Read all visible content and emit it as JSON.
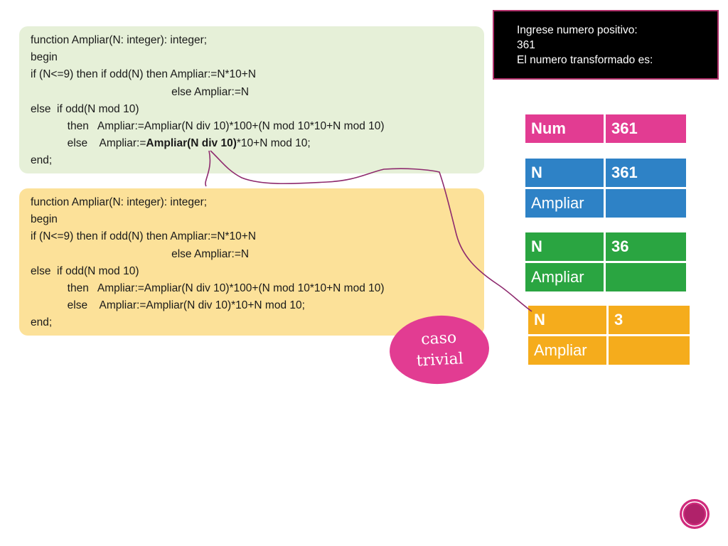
{
  "code_block_1": {
    "lines": [
      {
        "pre": "function Ampliar(N: integer): integer;",
        "bold": "",
        "post": ""
      },
      {
        "pre": "begin",
        "bold": "",
        "post": ""
      },
      {
        "pre": "if (N<=9) then if odd(N) then Ampliar:=N*10+N",
        "bold": "",
        "post": ""
      },
      {
        "pre": "                                              else Ampliar:=N",
        "bold": "",
        "post": ""
      },
      {
        "pre": "else  if odd(N mod 10)",
        "bold": "",
        "post": ""
      },
      {
        "pre": "            then   Ampliar:=Ampliar(N div 10)*100+(N mod 10*10+N mod 10)",
        "bold": "",
        "post": ""
      },
      {
        "pre": "            else    Ampliar:=",
        "bold": "Ampliar(N div 10)",
        "post": "*10+N mod 10;"
      },
      {
        "pre": "end;",
        "bold": "",
        "post": ""
      }
    ]
  },
  "code_block_2": {
    "lines": [
      {
        "pre": "function Ampliar(N: integer): integer;",
        "bold": "",
        "post": ""
      },
      {
        "pre": "begin",
        "bold": "",
        "post": ""
      },
      {
        "pre": "if (N<=9) then if odd(N) then Ampliar:=N*10+N",
        "bold": "",
        "post": ""
      },
      {
        "pre": "                                              else Ampliar:=N",
        "bold": "",
        "post": ""
      },
      {
        "pre": "else  if odd(N mod 10)",
        "bold": "",
        "post": ""
      },
      {
        "pre": "            then   Ampliar:=Ampliar(N div 10)*100+(N mod 10*10+N mod 10)",
        "bold": "",
        "post": ""
      },
      {
        "pre": "            else    Ampliar:=Ampliar(N div 10)*10+N mod 10;",
        "bold": "",
        "post": ""
      },
      {
        "pre": "end;",
        "bold": "",
        "post": ""
      }
    ]
  },
  "console": {
    "lines": [
      "Ingrese numero positivo:",
      "361",
      "El numero transformado es:"
    ]
  },
  "tables": {
    "num": {
      "label": "Num",
      "value": "361"
    },
    "level1": {
      "n_label": "N",
      "n_value": "361",
      "ampliar_label": "Ampliar",
      "ampliar_value": ""
    },
    "level2": {
      "n_label": "N",
      "n_value": "36",
      "ampliar_label": "Ampliar",
      "ampliar_value": ""
    },
    "level3": {
      "n_label": "N",
      "n_value": "3",
      "ampliar_label": "Ampliar",
      "ampliar_value": ""
    }
  },
  "annotation": {
    "line1": "caso",
    "line2": "trivial"
  },
  "colors": {
    "green_box": "#e6f0d8",
    "yellow_box": "#fce199",
    "pink": "#e23c92",
    "blue": "#2e82c6",
    "green": "#2aa541",
    "orange": "#f5ac1c",
    "console_border": "#b0306a",
    "annotation_line": "#8e2a6e"
  }
}
